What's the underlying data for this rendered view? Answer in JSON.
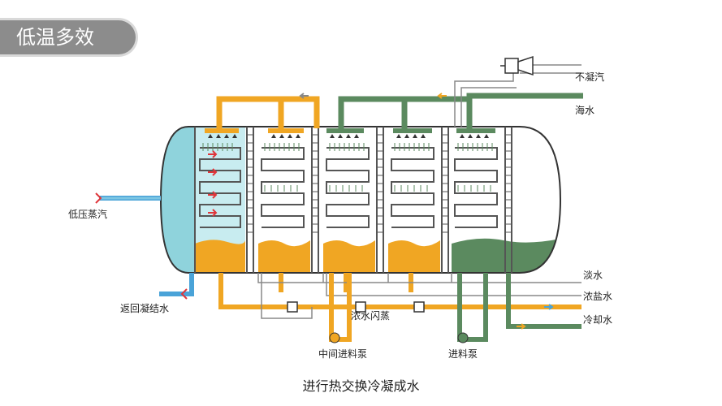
{
  "title": "低温多效",
  "labels": {
    "low_pressure_steam": "低压蒸汽",
    "return_condensate": "返回凝结水",
    "non_condensable": "不凝汽",
    "seawater": "海水",
    "fresh_water": "淡水",
    "brine": "浓盐水",
    "cooling_water": "冷却水",
    "brine_flash": "浓水闪蒸",
    "intermediate_pump": "中间进料泵",
    "feed_pump": "进料泵"
  },
  "caption": "进行热交换冷凝成水",
  "colors": {
    "steam_chamber": "#8fd3dc",
    "orange": "#f0a623",
    "green": "#5b8a5f",
    "blue": "#4aa3d8",
    "red_arrow": "#e0353a"
  }
}
